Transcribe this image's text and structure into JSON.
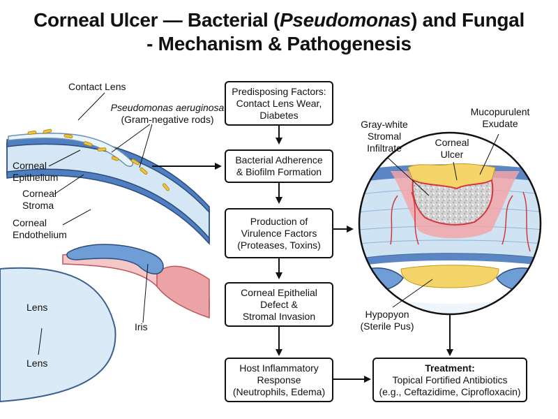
{
  "title": {
    "line1_pre": "Corneal Ulcer — Bacterial (",
    "line1_em": "Pseudomonas",
    "line1_post": ") and Fungal",
    "line2": "- Mechanism & Pathogenesis"
  },
  "anatomy_labels": {
    "contact_lens": "Contact Lens",
    "pseudomonas": "Pseudomonas aeruginosa",
    "gram_negative": "(Gram-negative rods)",
    "corneal_epithelium": "Corneal\nEpithelium",
    "corneal_stroma": "Corneal\nStroma",
    "corneal_endothelium": "Corneal\nEndothelium",
    "lens_upper": "Lens",
    "lens_lower": "Lens",
    "iris": "Iris"
  },
  "flow": {
    "step1": "Predisposing Factors:\nContact Lens Wear,\nDiabetes",
    "step2": "Bacterial Adherence\n& Biofilm Formation",
    "step3": "Production of\nVirulence Factors\n(Proteases, Toxins)",
    "step4": "Corneal Epithelial\nDefect &\nStromal Invasion",
    "step5": "Host Inflammatory\nResponse\n(Neutrophils, Edema)",
    "treatment_head": "Treatment:",
    "treatment_body": "Topical Fortified Antibiotics\n(e.g., Ceftazidime, Ciprofloxacin)"
  },
  "zoom_labels": {
    "infiltrate": "Gray-white\nStromal\nInfiltrate",
    "ulcer": "Corneal\nUlcer",
    "exudate": "Mucopurulent\nExudate",
    "hypopyon": "Hypopyon\n(Sterile Pus)"
  },
  "colors": {
    "stroma_blue": "#cfe3f3",
    "epithelium_blue": "#4f7fc0",
    "bacteria_yellow": "#f0c53a",
    "inflammation_red": "#e0474c",
    "infiltrate_gray": "#c9c9c9"
  }
}
